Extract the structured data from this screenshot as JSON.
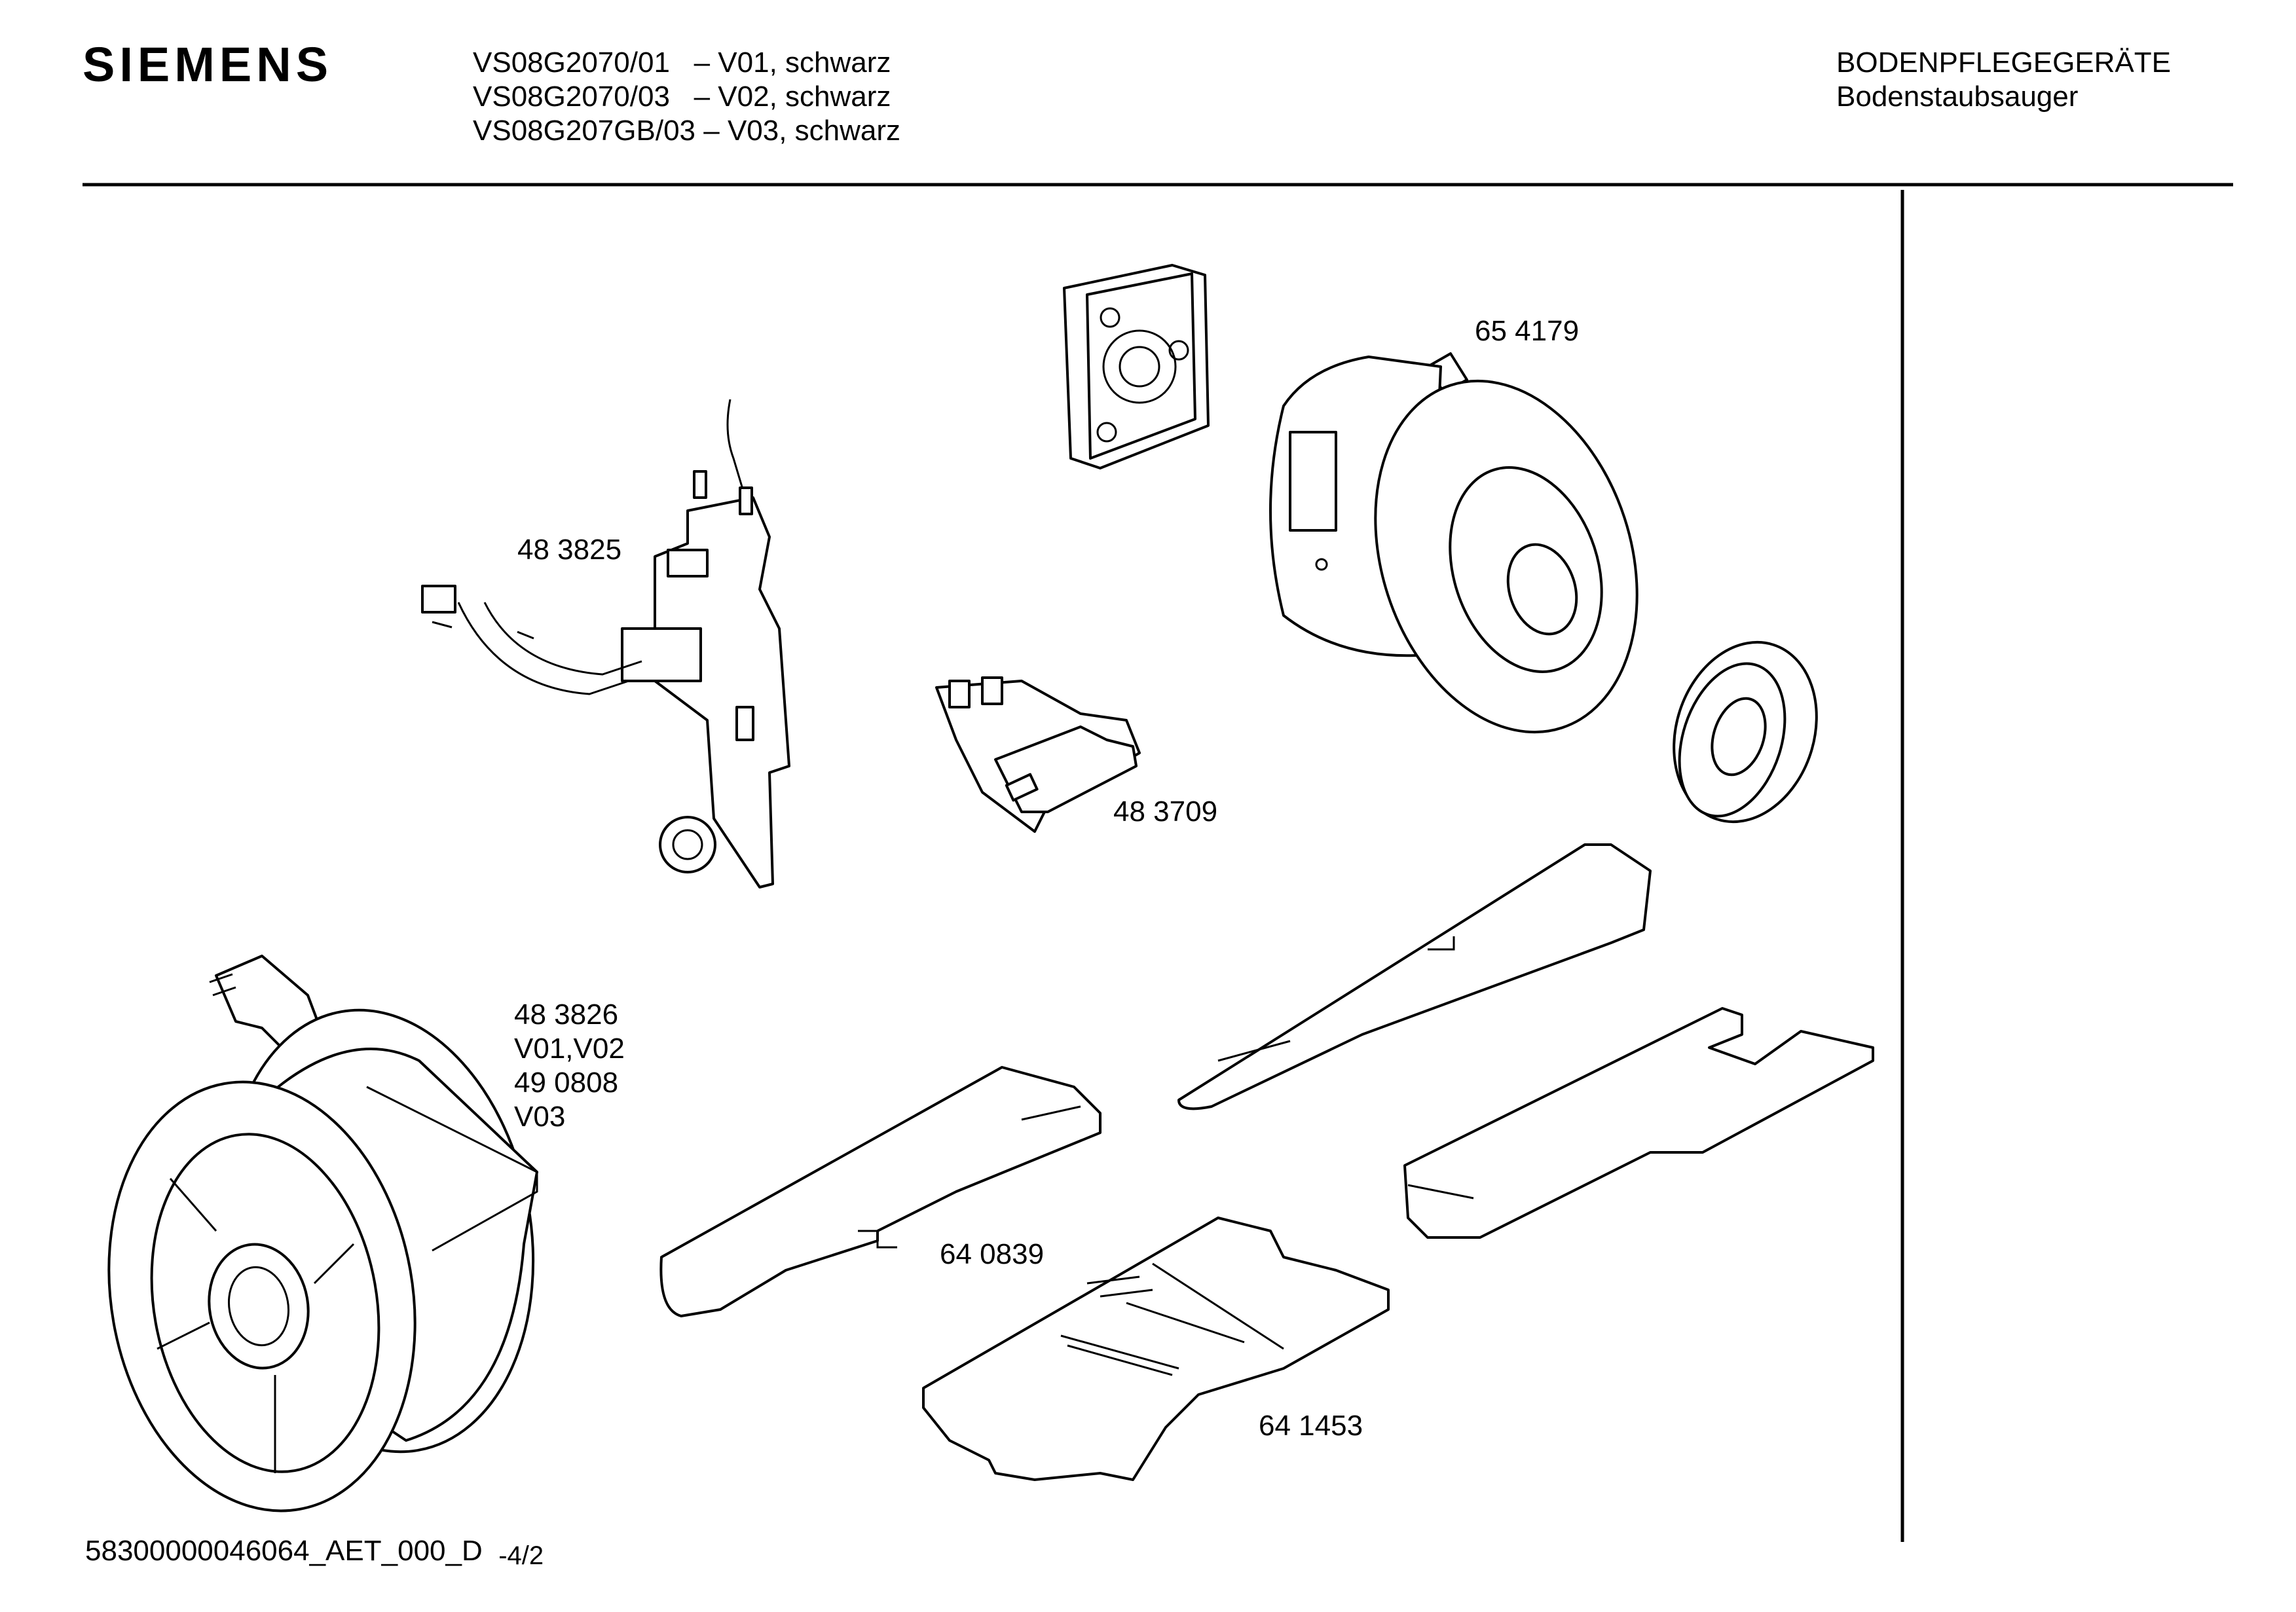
{
  "header": {
    "brand": "SIEMENS",
    "models": [
      {
        "code": "VS08G2070/01",
        "variant": "– V01, schwarz"
      },
      {
        "code": "VS08G2070/03",
        "variant": "– V02, schwarz"
      },
      {
        "code": "VS08G207GB/03",
        "variant": "– V03, schwarz"
      }
    ],
    "category": "BODENPFLEGEGERÄTE",
    "subcategory": "Bodenstaubsauger"
  },
  "parts": [
    {
      "id": "motor",
      "label": "65 4179"
    },
    {
      "id": "electronic",
      "label": "48 3825"
    },
    {
      "id": "holder",
      "label": "48 3709"
    },
    {
      "id": "cable-reel",
      "label_lines": [
        "48 3826",
        "V01,V02",
        "49 0808",
        "V03"
      ]
    },
    {
      "id": "filter-left",
      "label": "64 0839"
    },
    {
      "id": "filter-bottom",
      "label": "64 1453"
    }
  ],
  "footer": {
    "doc_id": "58300000046064_AET_000_D",
    "page": "-4/2"
  }
}
